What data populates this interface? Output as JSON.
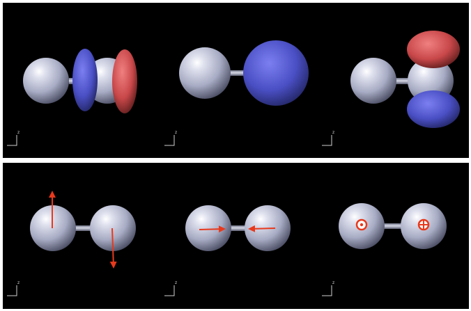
{
  "colors": {
    "background": "#000000",
    "separator": "#ffffff",
    "atom": "#b9bdd3",
    "bond": "#9ea2b8",
    "lobe_blue": "#4a4fc4",
    "lobe_red": "#d9504f",
    "arrow": "#e8391c"
  },
  "axes_label": "z",
  "panels": {
    "top": {
      "frames": [
        {
          "name": "frame-1",
          "orbital": "two-lobes-along-bond",
          "lobe_colors": [
            "blue",
            "red"
          ]
        },
        {
          "name": "frame-2",
          "orbital": "single-sphere",
          "lobe_colors": [
            "blue"
          ]
        },
        {
          "name": "frame-3",
          "orbital": "two-lobes-perpendicular",
          "lobe_colors": [
            "red",
            "blue"
          ]
        }
      ]
    },
    "bottom": {
      "frames": [
        {
          "name": "frame-1",
          "motion": "opposite-vertical-arrows",
          "icons": [
            "up-arrow-icon",
            "down-arrow-icon"
          ]
        },
        {
          "name": "frame-2",
          "motion": "inward-horizontal-arrows",
          "icons": [
            "right-arrow-icon",
            "left-arrow-icon"
          ]
        },
        {
          "name": "frame-3",
          "motion": "out-of-plane-and-into-plane",
          "icons": [
            "dot-circle-icon",
            "cross-circle-icon"
          ]
        }
      ]
    }
  }
}
